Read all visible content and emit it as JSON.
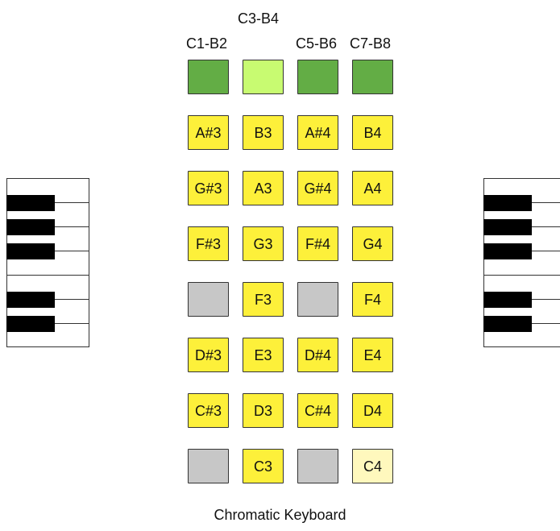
{
  "colors": {
    "green": "#63ad45",
    "light_green": "#c8fb71",
    "yellow": "#fdf03a",
    "pale_yellow": "#fff8bd",
    "gray": "#c7c7c7",
    "border": "#333333",
    "black_key": "#000000",
    "white_key": "#ffffff"
  },
  "labels": {
    "top_center": "C3-B4",
    "col1": "C1-B2",
    "col3": "C5-B6",
    "col4": "C7-B8"
  },
  "pads": {
    "rows": [
      [
        {
          "name": "pad-octave-c1-b2",
          "label": "",
          "color": "#63ad45"
        },
        {
          "name": "pad-octave-c3-b4",
          "label": "",
          "color": "#c8fb71"
        },
        {
          "name": "pad-octave-c5-b6",
          "label": "",
          "color": "#63ad45"
        },
        {
          "name": "pad-octave-c7-b8",
          "label": "",
          "color": "#63ad45"
        }
      ],
      [
        {
          "name": "pad-a-sharp-3",
          "label": "A#3",
          "color": "#fdf03a"
        },
        {
          "name": "pad-b3",
          "label": "B3",
          "color": "#fdf03a"
        },
        {
          "name": "pad-a-sharp-4",
          "label": "A#4",
          "color": "#fdf03a"
        },
        {
          "name": "pad-b4",
          "label": "B4",
          "color": "#fdf03a"
        }
      ],
      [
        {
          "name": "pad-g-sharp-3",
          "label": "G#3",
          "color": "#fdf03a"
        },
        {
          "name": "pad-a3",
          "label": "A3",
          "color": "#fdf03a"
        },
        {
          "name": "pad-g-sharp-4",
          "label": "G#4",
          "color": "#fdf03a"
        },
        {
          "name": "pad-a4",
          "label": "A4",
          "color": "#fdf03a"
        }
      ],
      [
        {
          "name": "pad-f-sharp-3",
          "label": "F#3",
          "color": "#fdf03a"
        },
        {
          "name": "pad-g3",
          "label": "G3",
          "color": "#fdf03a"
        },
        {
          "name": "pad-f-sharp-4",
          "label": "F#4",
          "color": "#fdf03a"
        },
        {
          "name": "pad-g4",
          "label": "G4",
          "color": "#fdf03a"
        }
      ],
      [
        {
          "name": "pad-empty-gray",
          "label": "",
          "color": "#c7c7c7"
        },
        {
          "name": "pad-f3",
          "label": "F3",
          "color": "#fdf03a"
        },
        {
          "name": "pad-empty-gray",
          "label": "",
          "color": "#c7c7c7"
        },
        {
          "name": "pad-f4",
          "label": "F4",
          "color": "#fdf03a"
        }
      ],
      [
        {
          "name": "pad-d-sharp-3",
          "label": "D#3",
          "color": "#fdf03a"
        },
        {
          "name": "pad-e3",
          "label": "E3",
          "color": "#fdf03a"
        },
        {
          "name": "pad-d-sharp-4",
          "label": "D#4",
          "color": "#fdf03a"
        },
        {
          "name": "pad-e4",
          "label": "E4",
          "color": "#fdf03a"
        }
      ],
      [
        {
          "name": "pad-c-sharp-3",
          "label": "C#3",
          "color": "#fdf03a"
        },
        {
          "name": "pad-d3",
          "label": "D3",
          "color": "#fdf03a"
        },
        {
          "name": "pad-c-sharp-4",
          "label": "C#4",
          "color": "#fdf03a"
        },
        {
          "name": "pad-d4",
          "label": "D4",
          "color": "#fdf03a"
        }
      ],
      [
        {
          "name": "pad-empty-gray",
          "label": "",
          "color": "#c7c7c7"
        },
        {
          "name": "pad-c3",
          "label": "C3",
          "color": "#fdf03a"
        },
        {
          "name": "pad-empty-gray",
          "label": "",
          "color": "#c7c7c7"
        },
        {
          "name": "pad-c4",
          "label": "C4",
          "color": "#fff8bd"
        }
      ]
    ]
  },
  "caption": "Chromatic Keyboard"
}
